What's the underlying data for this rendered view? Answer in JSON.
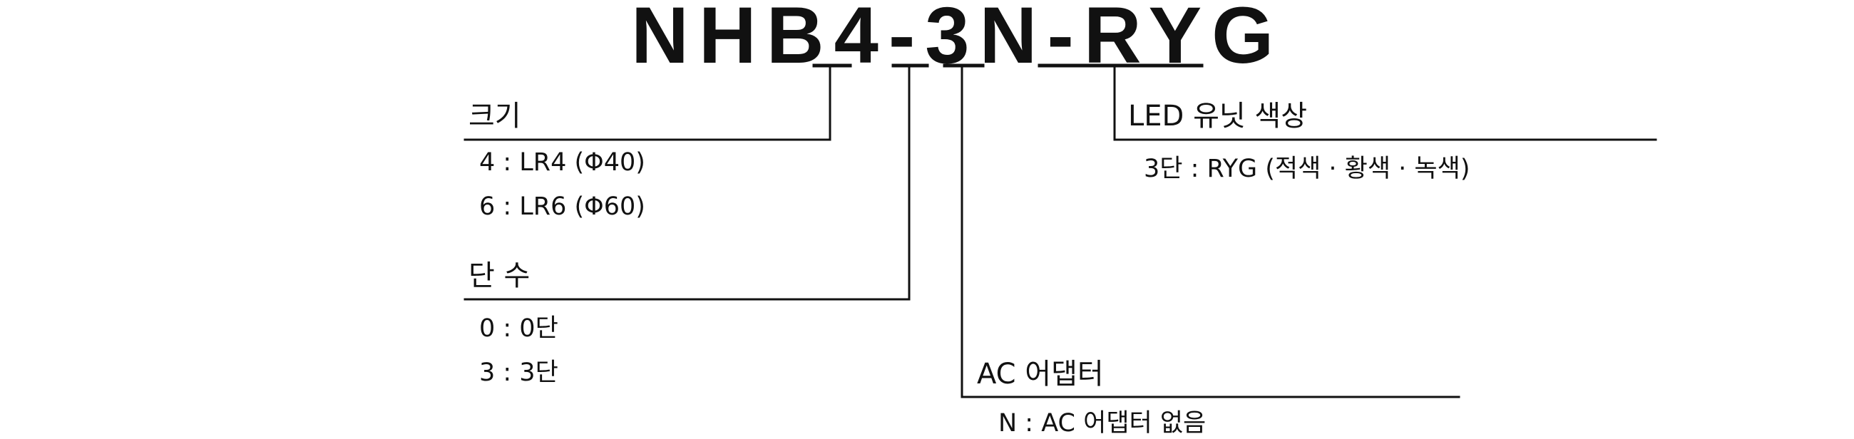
{
  "code": {
    "prefix": "NHB",
    "size": "4",
    "dash1": "-",
    "tiers": "3",
    "adapter": "N",
    "dash2": "-",
    "color": "RYG"
  },
  "fields": {
    "size": {
      "title": "크기",
      "options": [
        "4 : LR4 (Φ40)",
        "6 : LR6 (Φ60)"
      ]
    },
    "tiers": {
      "title": "단 수",
      "options": [
        "0 : 0단",
        "3 : 3단"
      ]
    },
    "adapter": {
      "title": "AC 어댑터",
      "options": [
        "N : AC 어댑터 없음"
      ]
    },
    "led": {
      "title": "LED 유닛 색상",
      "options": [
        "3단 : RYG (적색 · 황색 · 녹색)"
      ]
    }
  },
  "colors": {
    "text": "#111111",
    "line": "#111111"
  }
}
